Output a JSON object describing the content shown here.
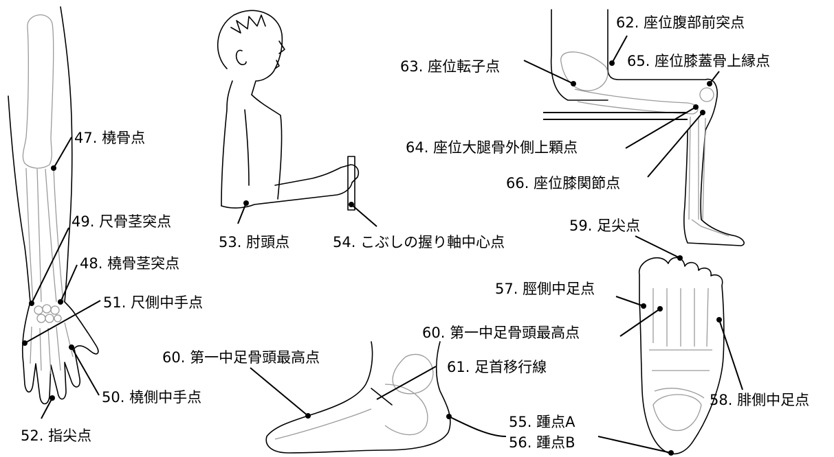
{
  "labels": {
    "l47": "47. 橈骨点",
    "l48": "48. 橈骨茎突点",
    "l49": "49. 尺骨茎突点",
    "l50": "50. 橈側中手点",
    "l51": "51. 尺側中手点",
    "l52": "52. 指尖点",
    "l53": "53. 肘頭点",
    "l54": "54. こぶしの握り軸中心点",
    "l55": "55. 踵点A",
    "l56": "56. 踵点B",
    "l57": "57. 脛側中足点",
    "l58": "58. 腓側中足点",
    "l59": "59. 足尖点",
    "l60a": "60. 第一中足骨頭最高点",
    "l60b": "60. 第一中足骨頭最高点",
    "l61": "61. 足首移行線",
    "l62": "62. 座位腹部前突点",
    "l63": "63. 座位転子点",
    "l64": "64. 座位大腿骨外側上顆点",
    "l65": "65. 座位膝蓋骨上縁点",
    "l66": "66. 座位膝関節点"
  }
}
